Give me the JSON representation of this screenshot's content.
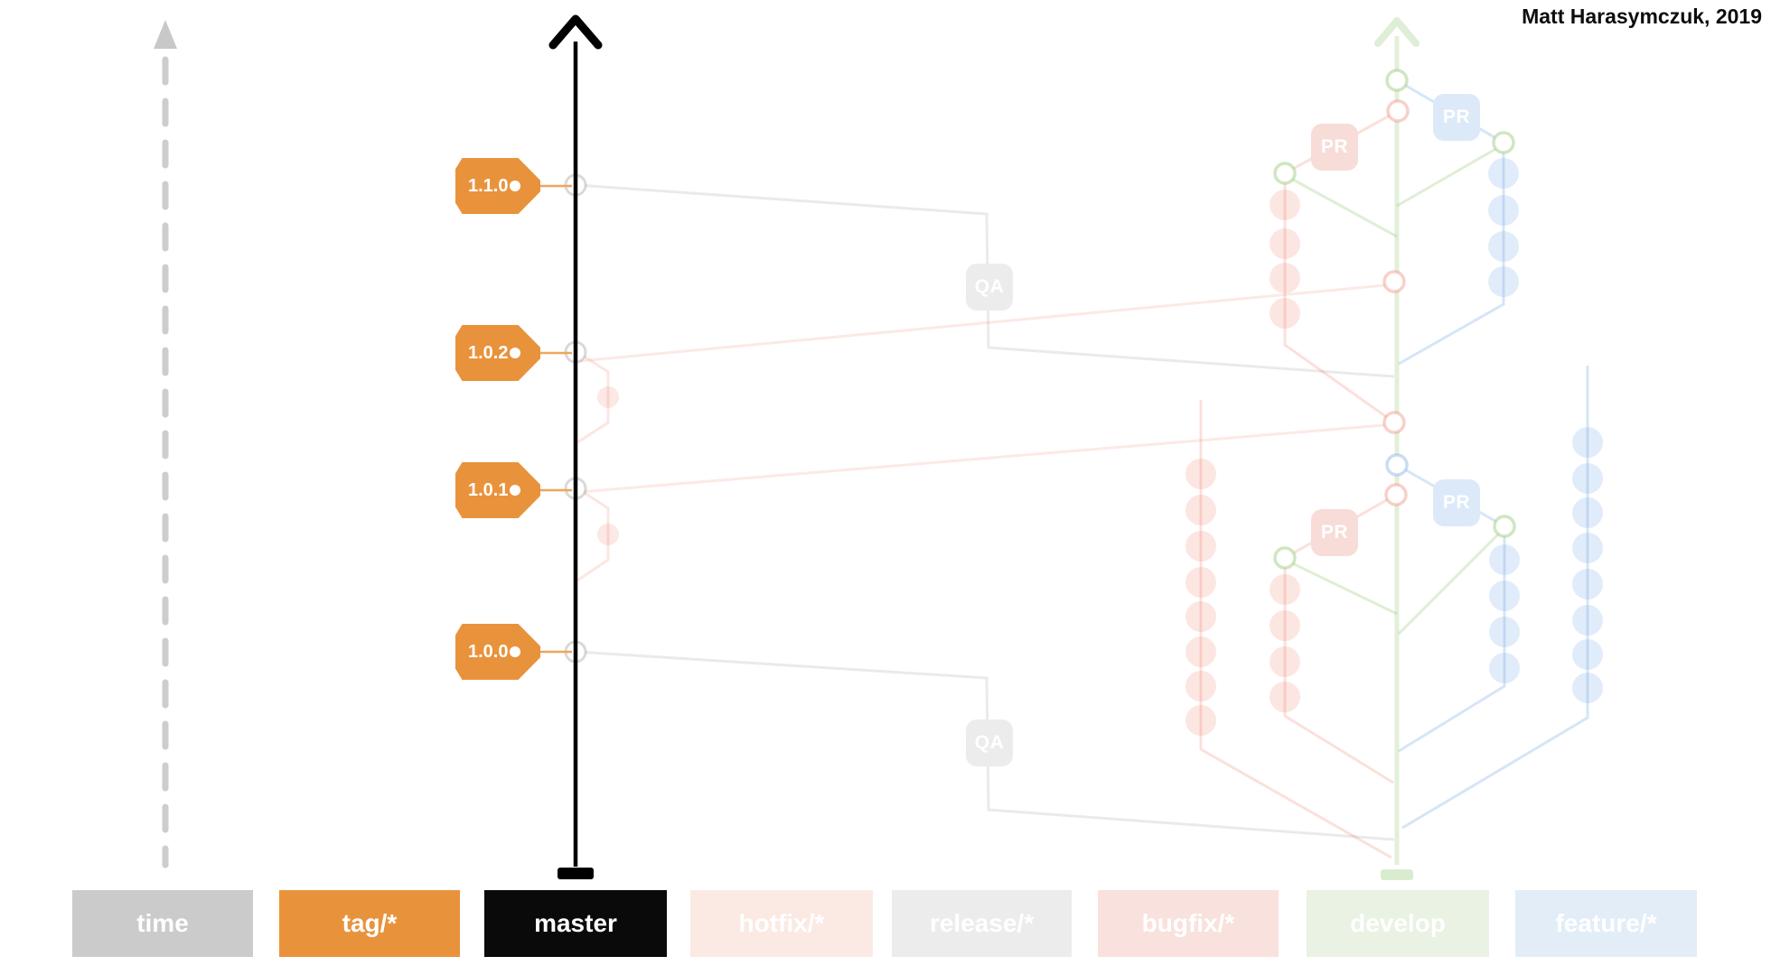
{
  "attribution": "Matt Harasymczuk, 2019",
  "diagram": {
    "tags": [
      {
        "label": "1.1.0"
      },
      {
        "label": "1.0.2"
      },
      {
        "label": "1.0.1"
      },
      {
        "label": "1.0.0"
      }
    ],
    "badges": {
      "pr": "PR",
      "qa": "QA"
    }
  },
  "legend": {
    "buttons": [
      {
        "id": "time",
        "label": "time",
        "bg": "#cbcbcb"
      },
      {
        "id": "tag",
        "label": "tag/*",
        "bg": "#e8933c"
      },
      {
        "id": "master",
        "label": "master",
        "bg": "#0a0a0a"
      },
      {
        "id": "hotfix",
        "label": "hotfix/*",
        "bg": "#fbe9e4"
      },
      {
        "id": "release",
        "label": "release/*",
        "bg": "#ececec"
      },
      {
        "id": "bugfix",
        "label": "bugfix/*",
        "bg": "#f9e1de"
      },
      {
        "id": "develop",
        "label": "develop",
        "bg": "#e9f2e3"
      },
      {
        "id": "feature",
        "label": "feature/*",
        "bg": "#e3edf8"
      }
    ]
  },
  "colors": {
    "tag_accent": "#e8933c",
    "master": "#000000",
    "time_axis": "#cccccc"
  }
}
